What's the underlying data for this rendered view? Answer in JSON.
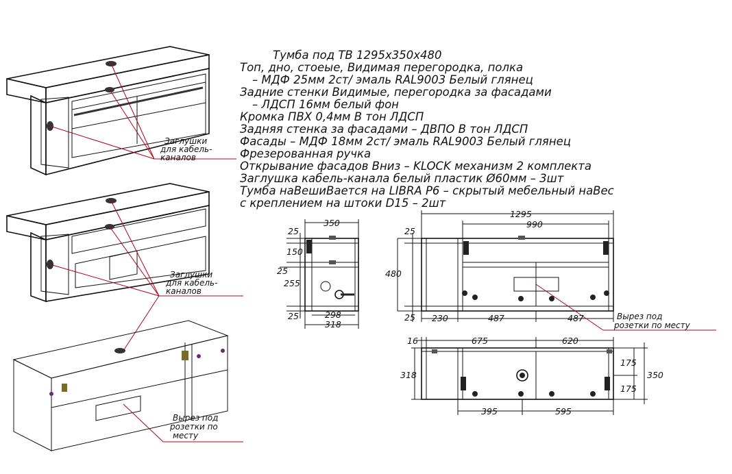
{
  "spec_lines": [
    "Тумба под ТВ 1295х350х480",
    "Топ, дно, стоеые, Видимая перегородка, полка",
    "– МДФ 25мм 2ст/ эмаль RAL9003 Белый глянец",
    "Задние стенки Видимые, перегородка за фасадами",
    "– ЛДСП 16мм белый фон",
    "Кромка ПВХ 0,4мм В тон ЛДСП",
    "Задняя стенка за фасадами – ДВПО В тон ЛДСП",
    "Фасады – МДФ 18мм 2ст/ эмаль RAL9003 Белый глянец",
    "Фрезерованная ручка",
    "Открывание фасадов Вниз – KLOCK механизм 2 комплекта",
    "Заглушка кабель-канала белый пластик Ø60мм – 3шт",
    "Тумба наВешиВается на LIBRA P6 – скрытый мебельный наВес",
    "с креплением на штоки D15 – 2шт"
  ],
  "callouts": {
    "plug1": [
      "Заглушки",
      "для кабель-",
      "каналов"
    ],
    "plug2": [
      "Заглушки",
      "для кабель-",
      "каналов"
    ],
    "socket_iso": [
      "Вырез под",
      "розетки по",
      "месту"
    ],
    "socket_front": [
      "Вырез под",
      "розетки по месту"
    ]
  },
  "side_view": {
    "width_top": "350",
    "thk_top": "25",
    "h1": "150",
    "thk_mid": "25",
    "h2": "255",
    "thk_bottom": "25",
    "inner": "298",
    "overall": "318"
  },
  "front_view": {
    "overall_w": "1295",
    "inner_w": "990",
    "thk_top": "25",
    "height": "480",
    "thk_bottom": "25",
    "left": "230",
    "door1": "487",
    "door2": "487"
  },
  "plan_view": {
    "thk": "16",
    "w1": "675",
    "w2": "620",
    "depth": "318",
    "r1": "175",
    "total": "350",
    "r2": "175",
    "b1": "395",
    "b2": "595"
  },
  "colors": {
    "line": "#111111",
    "leader": "#b0001a",
    "panel": "#d9d9d9",
    "panel_dark": "#bdbdbd"
  }
}
